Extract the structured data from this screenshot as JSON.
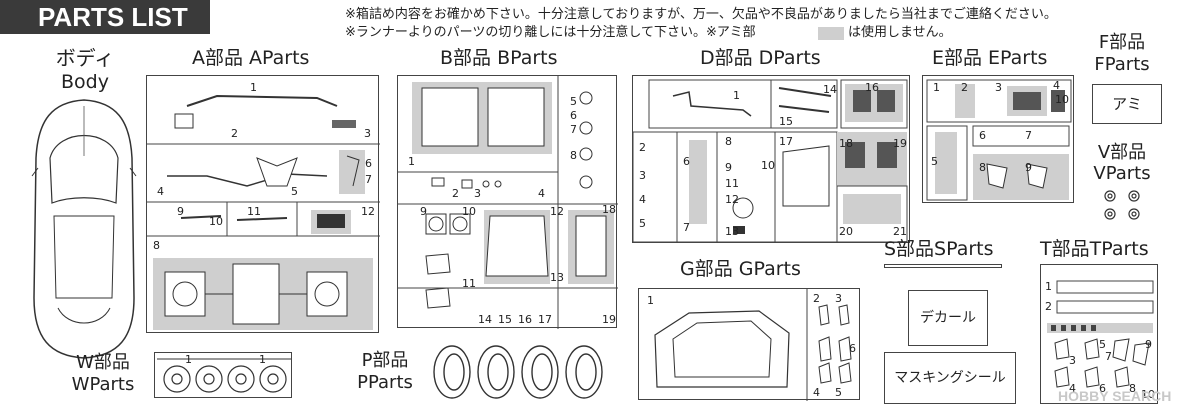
{
  "header": {
    "title": "PARTS LIST"
  },
  "notes": {
    "line1": "※箱詰め内容をお確かめ下さい。十分注意しておりますが、万一、欠品や不良品がありましたら当社までご連絡ください。",
    "line2a": "※ランナーよりのパーツの切り離しには十分注意して下さい。※アミ部",
    "line2b": "は使用しません。"
  },
  "body": {
    "title_jp": "ボディ",
    "title_en": "Body"
  },
  "a": {
    "title": "A部品 AParts",
    "nums": [
      "1",
      "2",
      "3",
      "4",
      "5",
      "6",
      "7",
      "8",
      "9",
      "10",
      "11",
      "12"
    ]
  },
  "b": {
    "title": "B部品 BParts",
    "nums": [
      "1",
      "2",
      "3",
      "4",
      "5",
      "6",
      "7",
      "8",
      "9",
      "10",
      "11",
      "12",
      "13",
      "14",
      "15",
      "16",
      "17",
      "18",
      "19"
    ]
  },
  "d": {
    "title": "D部品 DParts",
    "nums": [
      "1",
      "2",
      "3",
      "4",
      "5",
      "6",
      "7",
      "8",
      "9",
      "10",
      "11",
      "12",
      "13",
      "14",
      "15",
      "16",
      "17",
      "18",
      "19",
      "20",
      "21"
    ]
  },
  "e": {
    "title": "E部品 EParts",
    "nums": [
      "1",
      "2",
      "3",
      "4",
      "5",
      "6",
      "7",
      "8",
      "9",
      "10"
    ]
  },
  "f": {
    "title_jp": "F部品",
    "title_en": "FParts",
    "label": "アミ"
  },
  "v": {
    "title_jp": "V部品",
    "title_en": "VParts"
  },
  "g": {
    "title": "G部品 GParts",
    "nums": [
      "1",
      "2",
      "3",
      "4",
      "5",
      "6"
    ]
  },
  "s": {
    "title": "S部品SParts",
    "decal": "デカール",
    "mask": "マスキングシール"
  },
  "t": {
    "title": "T部品TParts",
    "nums": [
      "1",
      "2",
      "3",
      "4",
      "5",
      "6",
      "7",
      "8",
      "9",
      "10"
    ]
  },
  "w": {
    "title_jp": "W部品",
    "title_en": "WParts",
    "nums": [
      "1",
      "1"
    ]
  },
  "p": {
    "title_jp": "P部品",
    "title_en": "PParts"
  },
  "watermark": "HOBBY SEARCH",
  "colors": {
    "header_bg": "#3a3a3a",
    "mesh_grey": "#cfcfcf"
  }
}
